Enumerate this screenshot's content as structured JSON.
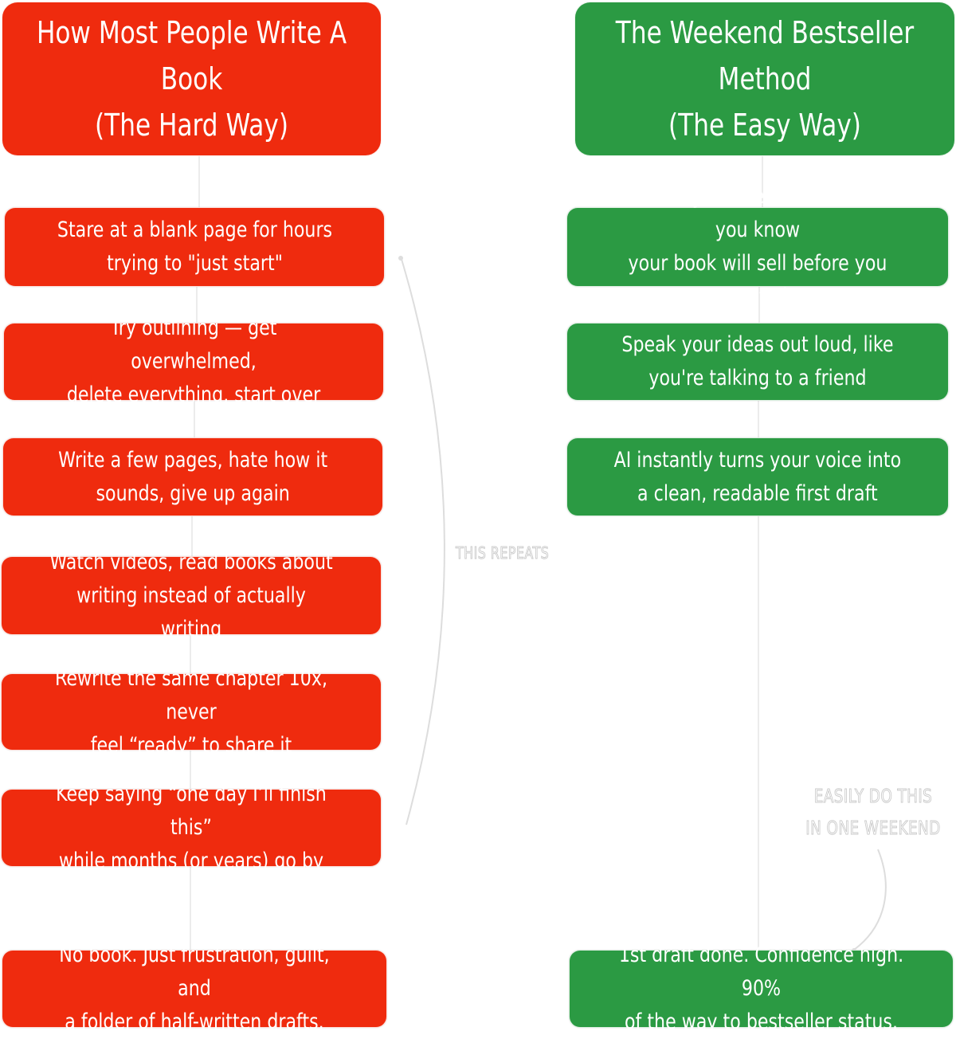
{
  "colors": {
    "hard_way": "#ef2b0e",
    "easy_way": "#2b9a43"
  },
  "left": {
    "title": "How Most People Write A Book\n(The Hard Way)",
    "steps": [
      "Stare at a blank page for hours\ntrying to \"just start\"",
      "Try outlining — get overwhelmed,\ndelete everything, start over",
      "Write a few pages, hate how it\nsounds, give up again",
      "Watch videos, read books about\nwriting instead of actually writing",
      "Rewrite the same chapter 10x, never\nfeel “ready” to share it",
      "Keep saying “one day I’ll finish this”\nwhile months (or years) go by",
      "No book. Just frustration, guilt, and\na folder of half-written drafts."
    ],
    "loop_note": "THIS REPEATS"
  },
  "right": {
    "title": "The Weekend Bestseller Method\n(The Easy Way)",
    "steps": [
      "Validate your idea in minutes so you know\nyour book will sell before you create it",
      "Speak your ideas out loud, like\nyou're talking to a friend",
      "AI instantly turns your voice into\na clean, readable first draft",
      "1st draft done. Confidence high. 90%\nof the way to bestseller status."
    ],
    "weekend_note": "EASILY DO THIS\nIN ONE WEEKEND"
  }
}
